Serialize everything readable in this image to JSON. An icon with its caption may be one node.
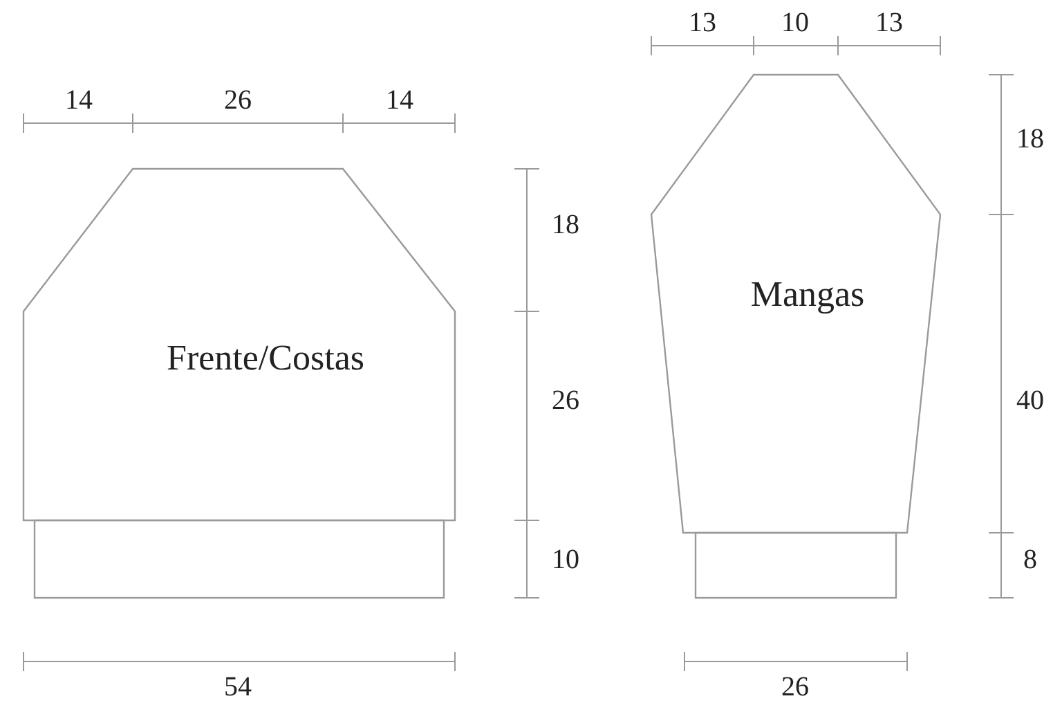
{
  "diagram": {
    "nodes": [
      {
        "text": [
          "Frente/Costas"
        ]
      },
      {
        "text": [],
        "shape": "box"
      },
      {
        "text": [
          "Mangas"
        ]
      },
      {
        "text": [],
        "shape": "box"
      }
    ],
    "edges": [],
    "labels": [
      "14",
      "26",
      "14",
      "18",
      "26",
      "10",
      "54",
      "13",
      "10",
      "13",
      "18",
      "40",
      "8",
      "26"
    ]
  }
}
